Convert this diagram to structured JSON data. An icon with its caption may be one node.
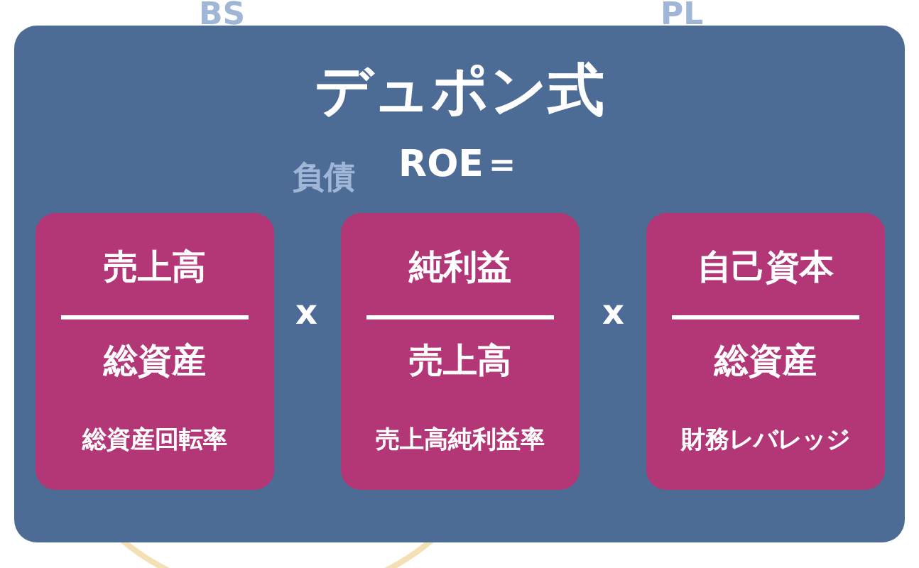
{
  "diagram": {
    "title": "デュポン式",
    "nodes": [
      {
        "text": [
          "売上高",
          "総資産",
          "総資産回転率"
        ]
      },
      {
        "text": [
          "純利益",
          "売上高",
          "売上高純利益率"
        ]
      },
      {
        "text": [
          "自己資本",
          "総資産",
          "財務レバレッジ"
        ]
      }
    ],
    "edges": [],
    "labels": [
      "BS",
      "PL",
      "負債",
      "ROE＝",
      "x",
      "x"
    ]
  }
}
